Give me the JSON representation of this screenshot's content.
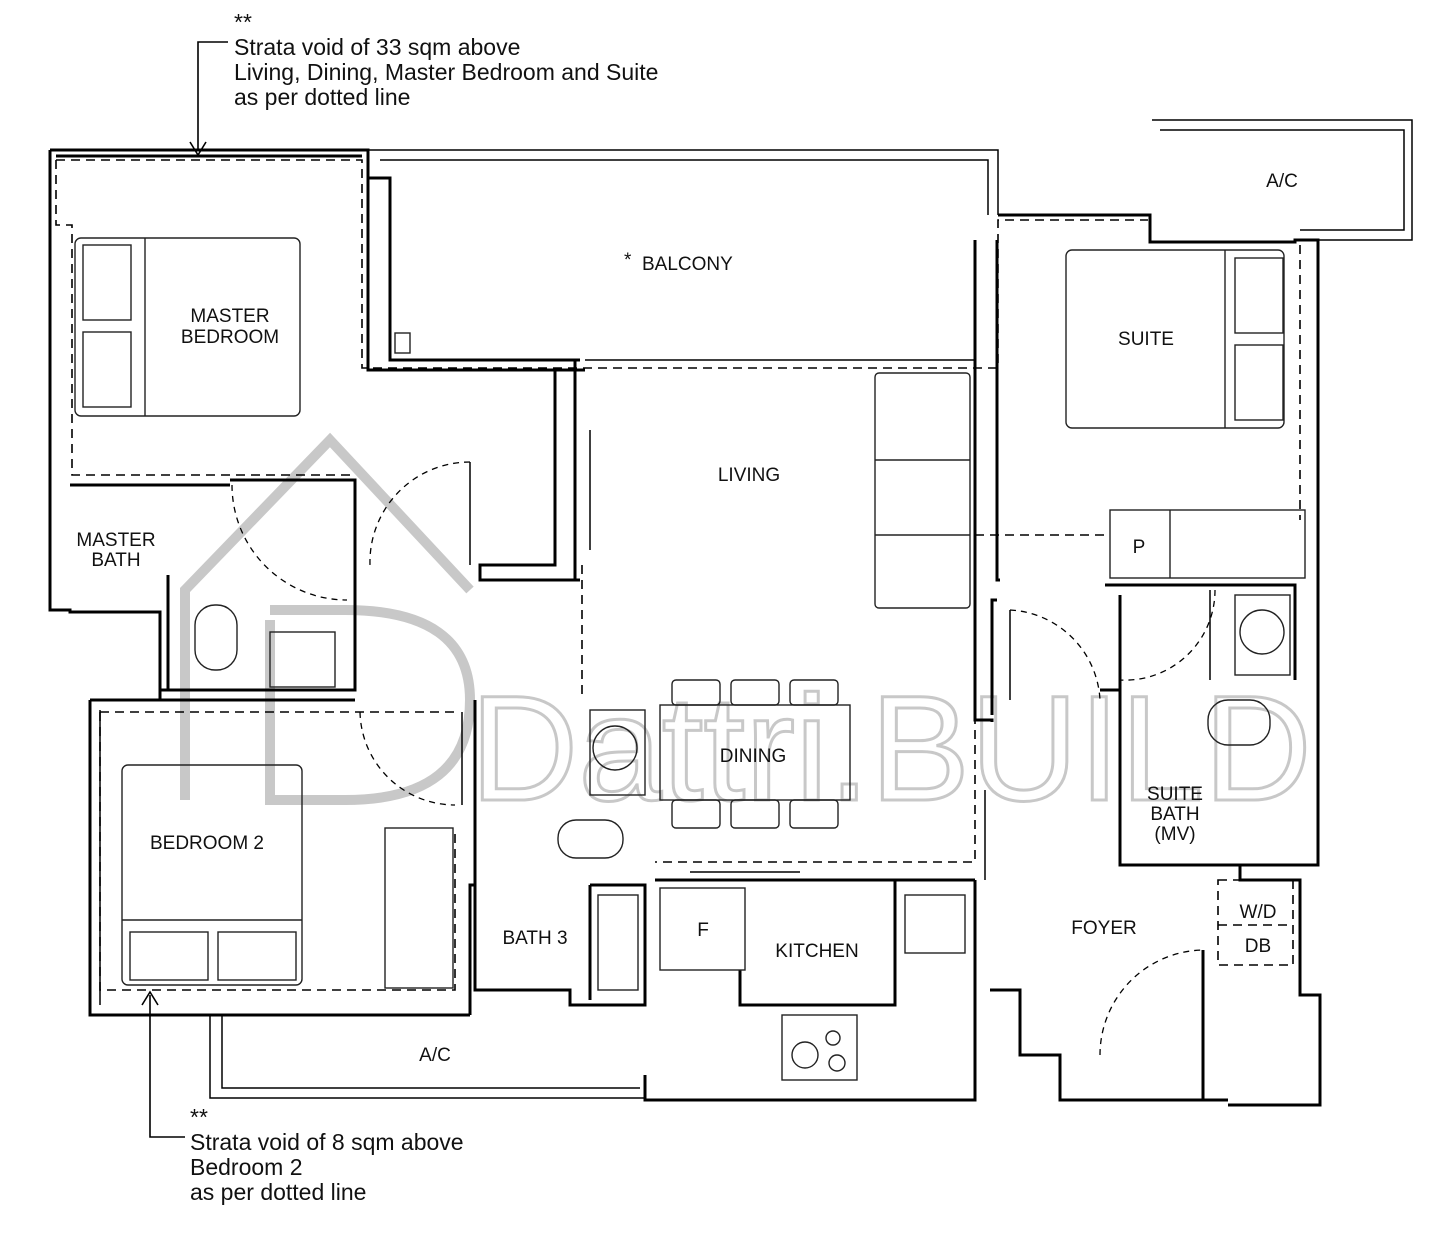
{
  "watermark": {
    "text": "Dattri.BUILD"
  },
  "notes": {
    "top": {
      "marker": "**",
      "lines": [
        "Strata void of 33 sqm above",
        "Living, Dining, Master Bedroom and Suite",
        "as per dotted line"
      ]
    },
    "bottom": {
      "marker": "**",
      "lines": [
        "Strata void of 8 sqm above",
        "Bedroom 2",
        "as per dotted line"
      ]
    }
  },
  "rooms": {
    "master_bedroom": [
      "MASTER",
      "BEDROOM"
    ],
    "balcony": "BALCONY",
    "balcony_marker": "*",
    "ac_top": "A/C",
    "suite": "SUITE",
    "master_bath": [
      "MASTER",
      "BATH"
    ],
    "living": "LIVING",
    "pantry": "P",
    "dining": "DINING",
    "suite_bath": [
      "SUITE",
      "BATH",
      "(MV)"
    ],
    "bedroom2": "BEDROOM 2",
    "bath3": "BATH 3",
    "fridge": "F",
    "kitchen": "KITCHEN",
    "foyer": "FOYER",
    "wd": "W/D",
    "db": "DB",
    "ac_bottom": "A/C"
  }
}
